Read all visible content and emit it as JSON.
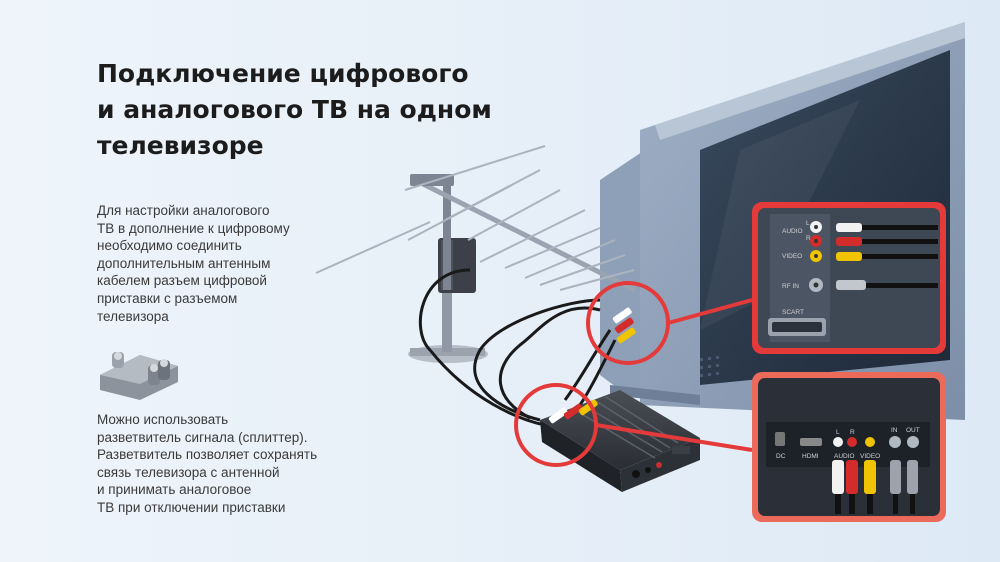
{
  "title_lines": [
    "Подключение цифрового",
    "и аналогового ТВ на одном",
    "телевизоре"
  ],
  "paragraph1": [
    "Для настройки аналогового",
    "ТВ в дополнение к цифровому",
    "необходимо  соединить",
    "дополнительным антенным",
    "кабелем разъем цифровой",
    "приставки с разъемом",
    "телевизора"
  ],
  "paragraph2": [
    "Можно использовать",
    "разветвитель сигнала (сплиттер).",
    "Разветвитель позволяет сохранять",
    "связь телевизора с антенной",
    "и принимать аналоговое",
    "ТВ при отключении приставки"
  ],
  "tv_panel": {
    "audio": "AUDIO",
    "l": "L",
    "r": "R",
    "video": "VIDEO",
    "rf_in": "RF IN",
    "scart": "SCART"
  },
  "box_panel": {
    "dc": "DC",
    "hdmi": "HDMI",
    "audio": "AUDIO",
    "video": "VIDEO",
    "l": "L",
    "r": "R",
    "in": "IN",
    "out": "OUT"
  },
  "colors": {
    "accent_red": "#e53a3a",
    "title": "#1c1c1c",
    "text": "#3a3a3a",
    "bg": "#e6eff8"
  },
  "icons": [
    "antenna-icon",
    "splitter-icon",
    "tv-icon",
    "set-top-box-icon",
    "rca-cable-icon"
  ]
}
